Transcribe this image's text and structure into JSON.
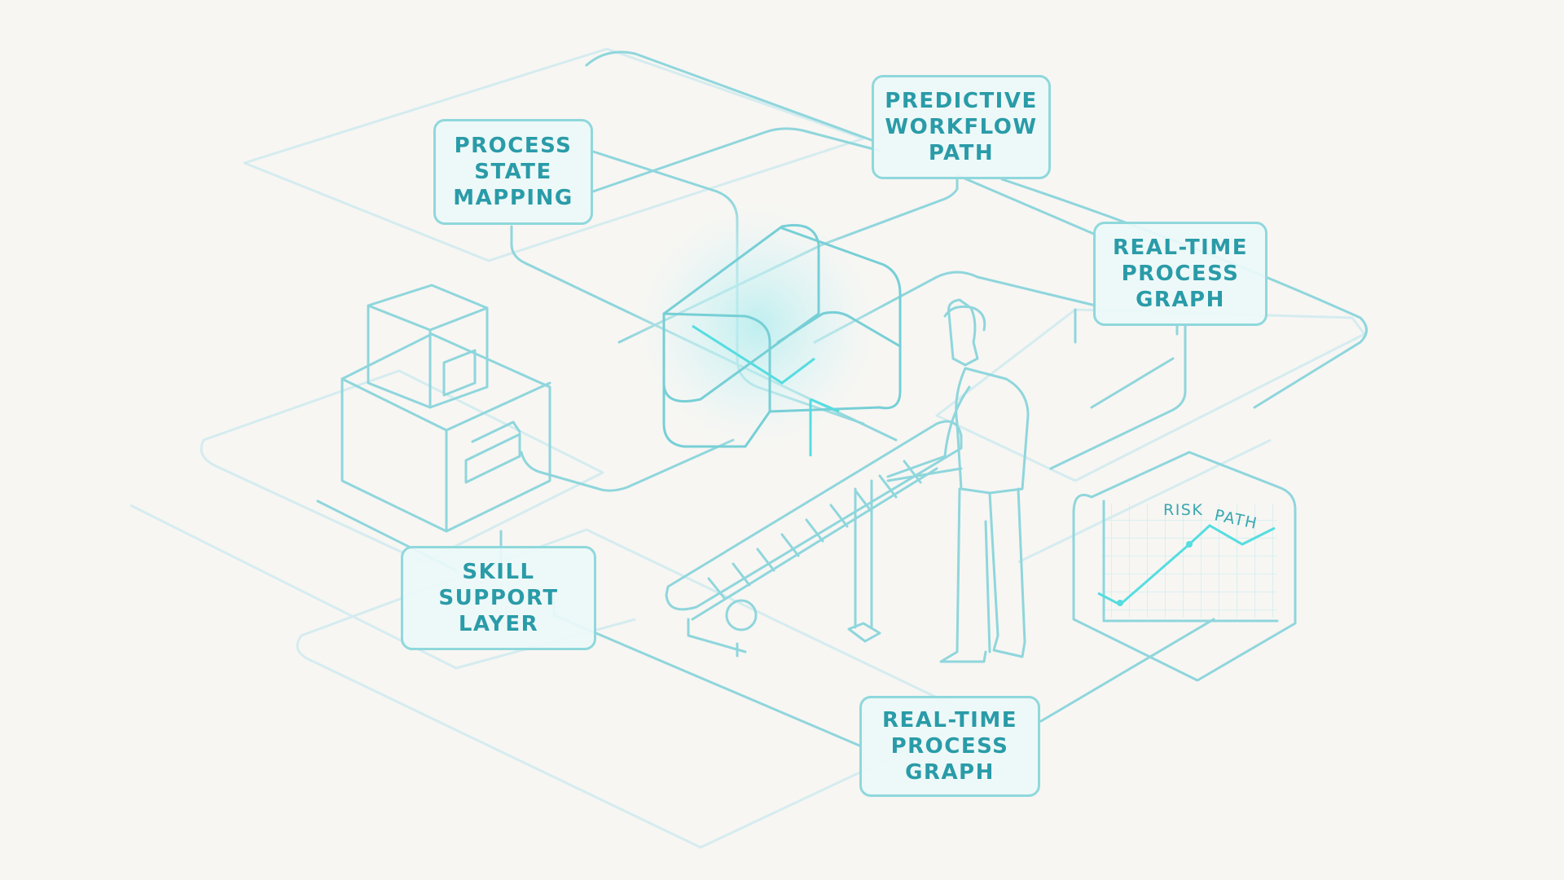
{
  "labels": {
    "process_state_mapping": "PROCESS\nSTATE\nMAPPING",
    "predictive_workflow_path": "PREDICTIVE\nWORKFLOW\nPATH",
    "realtime_process_graph_top": "REAL-TIME\nPROCESS\nGRAPH",
    "skill_support_layer": "SKILL\nSUPPORT\nLAYER",
    "realtime_process_graph_bottom": "REAL-TIME\nPROCESS\nGRAPH"
  },
  "risk_chart": {
    "label_word_1": "RISK",
    "label_word_2": "PATH"
  },
  "colors": {
    "background": "#f7f6f3",
    "line": "#8fd6dc",
    "accent_glow": "#56dde0",
    "label_text": "#2a9ba8"
  }
}
